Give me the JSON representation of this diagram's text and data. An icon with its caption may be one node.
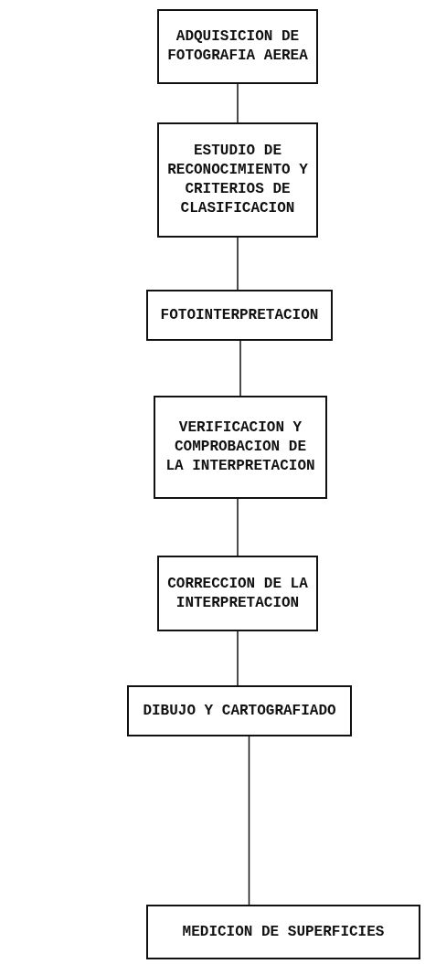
{
  "diagram": {
    "nodes": [
      {
        "text": [
          "ADQUISICION DE FOTOGRAFIA AEREA"
        ]
      },
      {
        "text": [
          "ESTUDIO DE RECONOCIMIENTO Y CRITERIOS DE CLASIFICACION"
        ]
      },
      {
        "text": [
          "FOTOINTERPRETACION"
        ]
      },
      {
        "text": [
          "VERIFICACION Y COMPROBACION DE LA INTERPRETACION"
        ]
      },
      {
        "text": [
          "CORRECCION DE LA INTERPRETACION"
        ]
      },
      {
        "text": [
          "DIBUJO Y CARTOGRAFIADO"
        ]
      },
      {
        "text": [
          "MEDICION DE SUPERFICIES"
        ]
      }
    ],
    "edges": [
      {
        "from": 0,
        "to": 1,
        "arrow": "none"
      },
      {
        "from": 1,
        "to": 2,
        "arrow": "none"
      },
      {
        "from": 2,
        "to": 3,
        "arrow": "none"
      },
      {
        "from": 3,
        "to": 4,
        "arrow": "none"
      },
      {
        "from": 4,
        "to": 5,
        "arrow": "none"
      },
      {
        "from": 5,
        "to": 6,
        "arrow": "none"
      }
    ]
  }
}
